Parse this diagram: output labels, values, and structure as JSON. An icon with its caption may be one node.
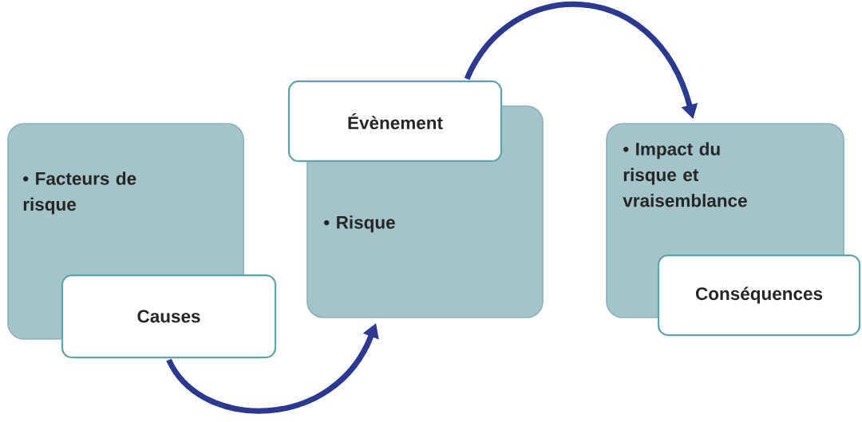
{
  "diagram": {
    "nodes": [
      {
        "text": [
          "• Facteurs de risque"
        ]
      },
      {
        "text": [
          "Causes"
        ]
      },
      {
        "text": [
          "• Risque"
        ]
      },
      {
        "text": [
          "Évènement"
        ]
      },
      {
        "text": [
          "• Impact du risque et vraisemblance"
        ]
      },
      {
        "text": [
          "Conséquences"
        ]
      }
    ],
    "edges": [
      {
        "from": 1,
        "to": 2,
        "arrow": "to"
      },
      {
        "from": 3,
        "to": 4,
        "arrow": "to"
      }
    ]
  }
}
